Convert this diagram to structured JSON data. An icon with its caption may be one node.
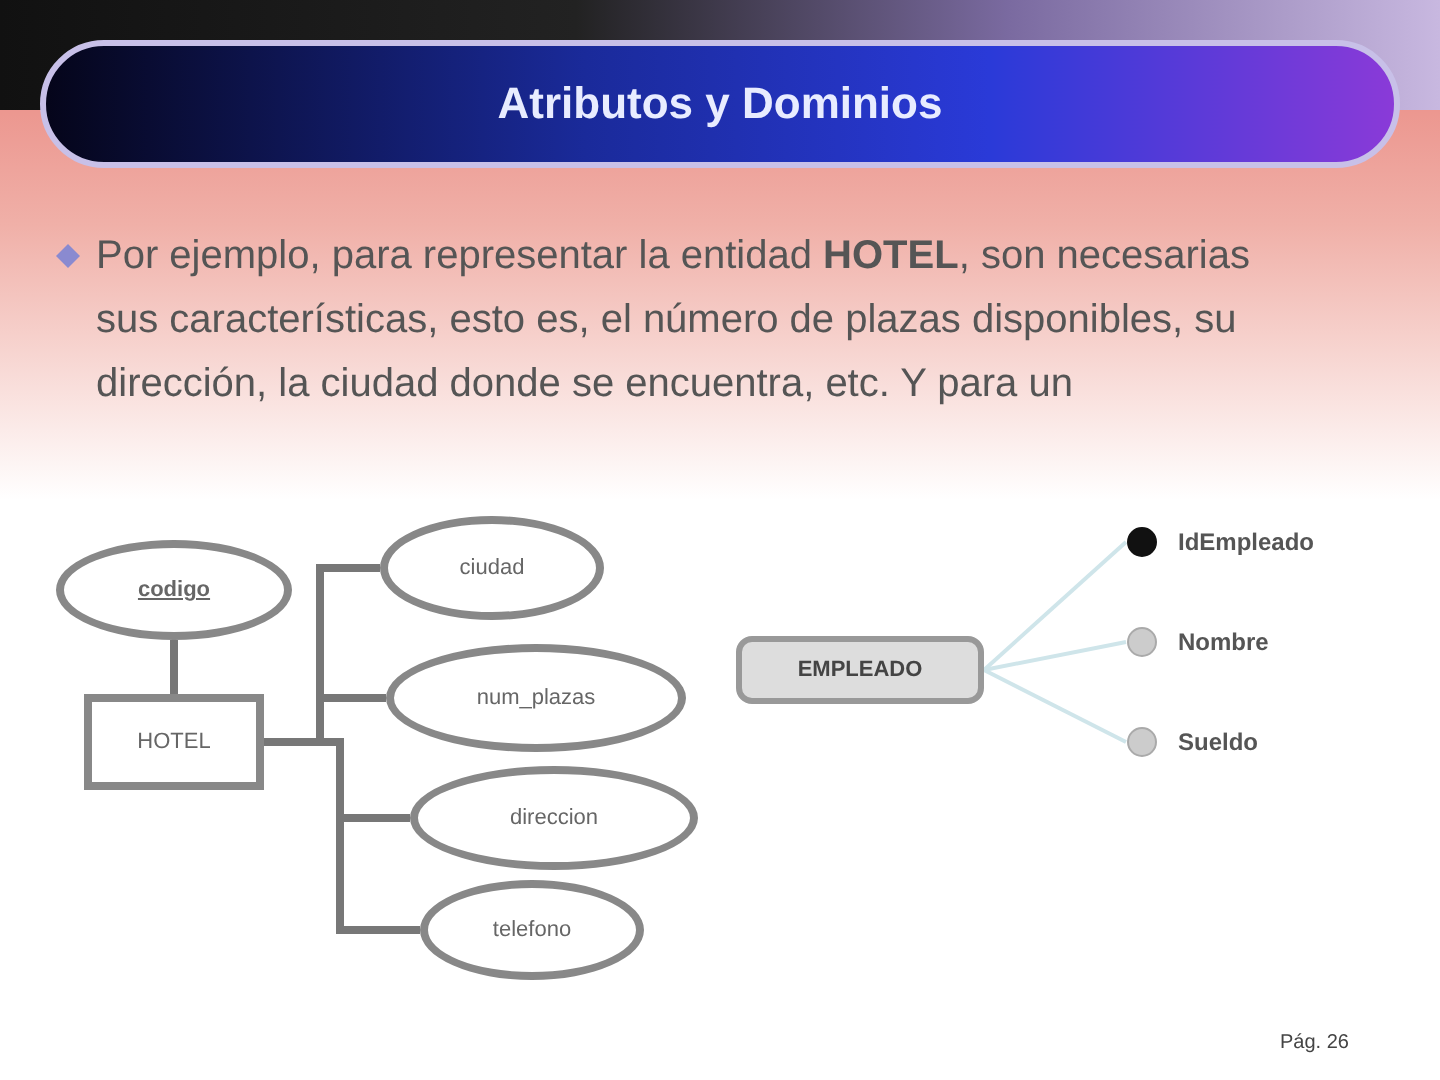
{
  "diagram": {
    "title": "Atributos y Dominios",
    "nodes": [
      {
        "text": [
          "codigo"
        ]
      },
      {
        "text": [
          "HOTEL"
        ]
      },
      {
        "text": [
          "ciudad"
        ]
      },
      {
        "text": [
          "num_plazas"
        ]
      },
      {
        "text": [
          "direccion"
        ]
      },
      {
        "text": [
          "telefono"
        ]
      },
      {
        "text": [
          "EMPLEADO"
        ]
      },
      {
        "text": [
          "IdEmpleado"
        ]
      },
      {
        "text": [
          "Nombre"
        ]
      },
      {
        "text": [
          "Sueldo"
        ]
      }
    ],
    "edges": [
      {
        "from": 1,
        "to": 0,
        "arrow": "none"
      },
      {
        "from": 1,
        "to": 2,
        "arrow": "none"
      },
      {
        "from": 1,
        "to": 3,
        "arrow": "none"
      },
      {
        "from": 1,
        "to": 4,
        "arrow": "none"
      },
      {
        "from": 1,
        "to": 5,
        "arrow": "none"
      },
      {
        "from": 6,
        "to": 7,
        "arrow": "none",
        "color": "#cfe5ea"
      },
      {
        "from": 6,
        "to": 8,
        "arrow": "none",
        "color": "#cfe5ea"
      },
      {
        "from": 6,
        "to": 9,
        "arrow": "none",
        "color": "#cfe5ea"
      }
    ],
    "labels": [
      "Por ejemplo, para representar la entidad **HOTEL**, son necesarias sus características, esto es, el número de plazas disponibles, su dirección, la ciudad donde se encuentra, etc. Y para un",
      "Pág. 26"
    ]
  }
}
